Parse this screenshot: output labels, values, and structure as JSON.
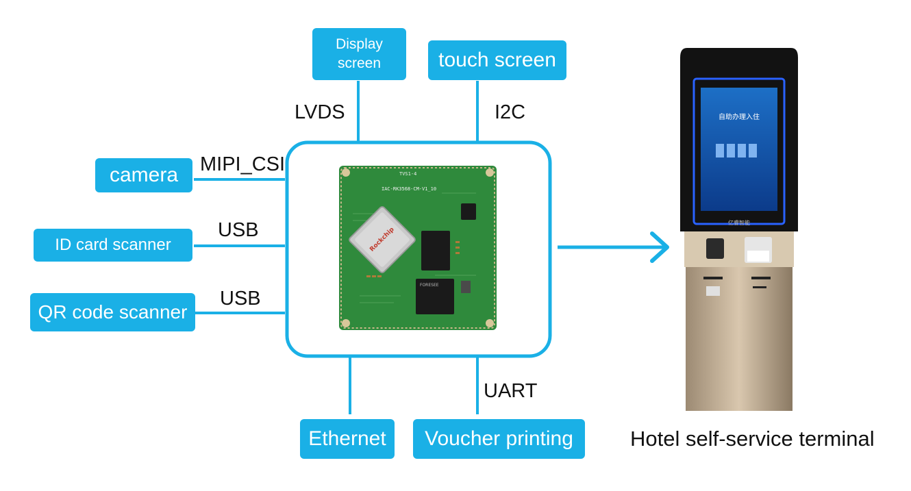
{
  "peripherals": {
    "display": "Display screen",
    "touch": "touch screen",
    "camera": "camera",
    "idcard": "ID card scanner",
    "qr": "QR code scanner",
    "ethernet": "Ethernet",
    "printer": "Voucher printing"
  },
  "interfaces": {
    "lvds": "LVDS",
    "i2c": "I2C",
    "mipi": "MIPI_CSI",
    "usb1": "USB",
    "usb2": "USB",
    "uart": "UART"
  },
  "board": {
    "silk1": "TVS1-4",
    "silk2": "IAC-RK3568-CM-V1_10",
    "chip": "Rockchip"
  },
  "terminal": {
    "caption": "Hotel self-service terminal",
    "screen_title": "自助办理入住",
    "brand": "亿睿智能"
  },
  "colors": {
    "accent": "#1ab0e6",
    "pcb": "#2f8a3c"
  }
}
